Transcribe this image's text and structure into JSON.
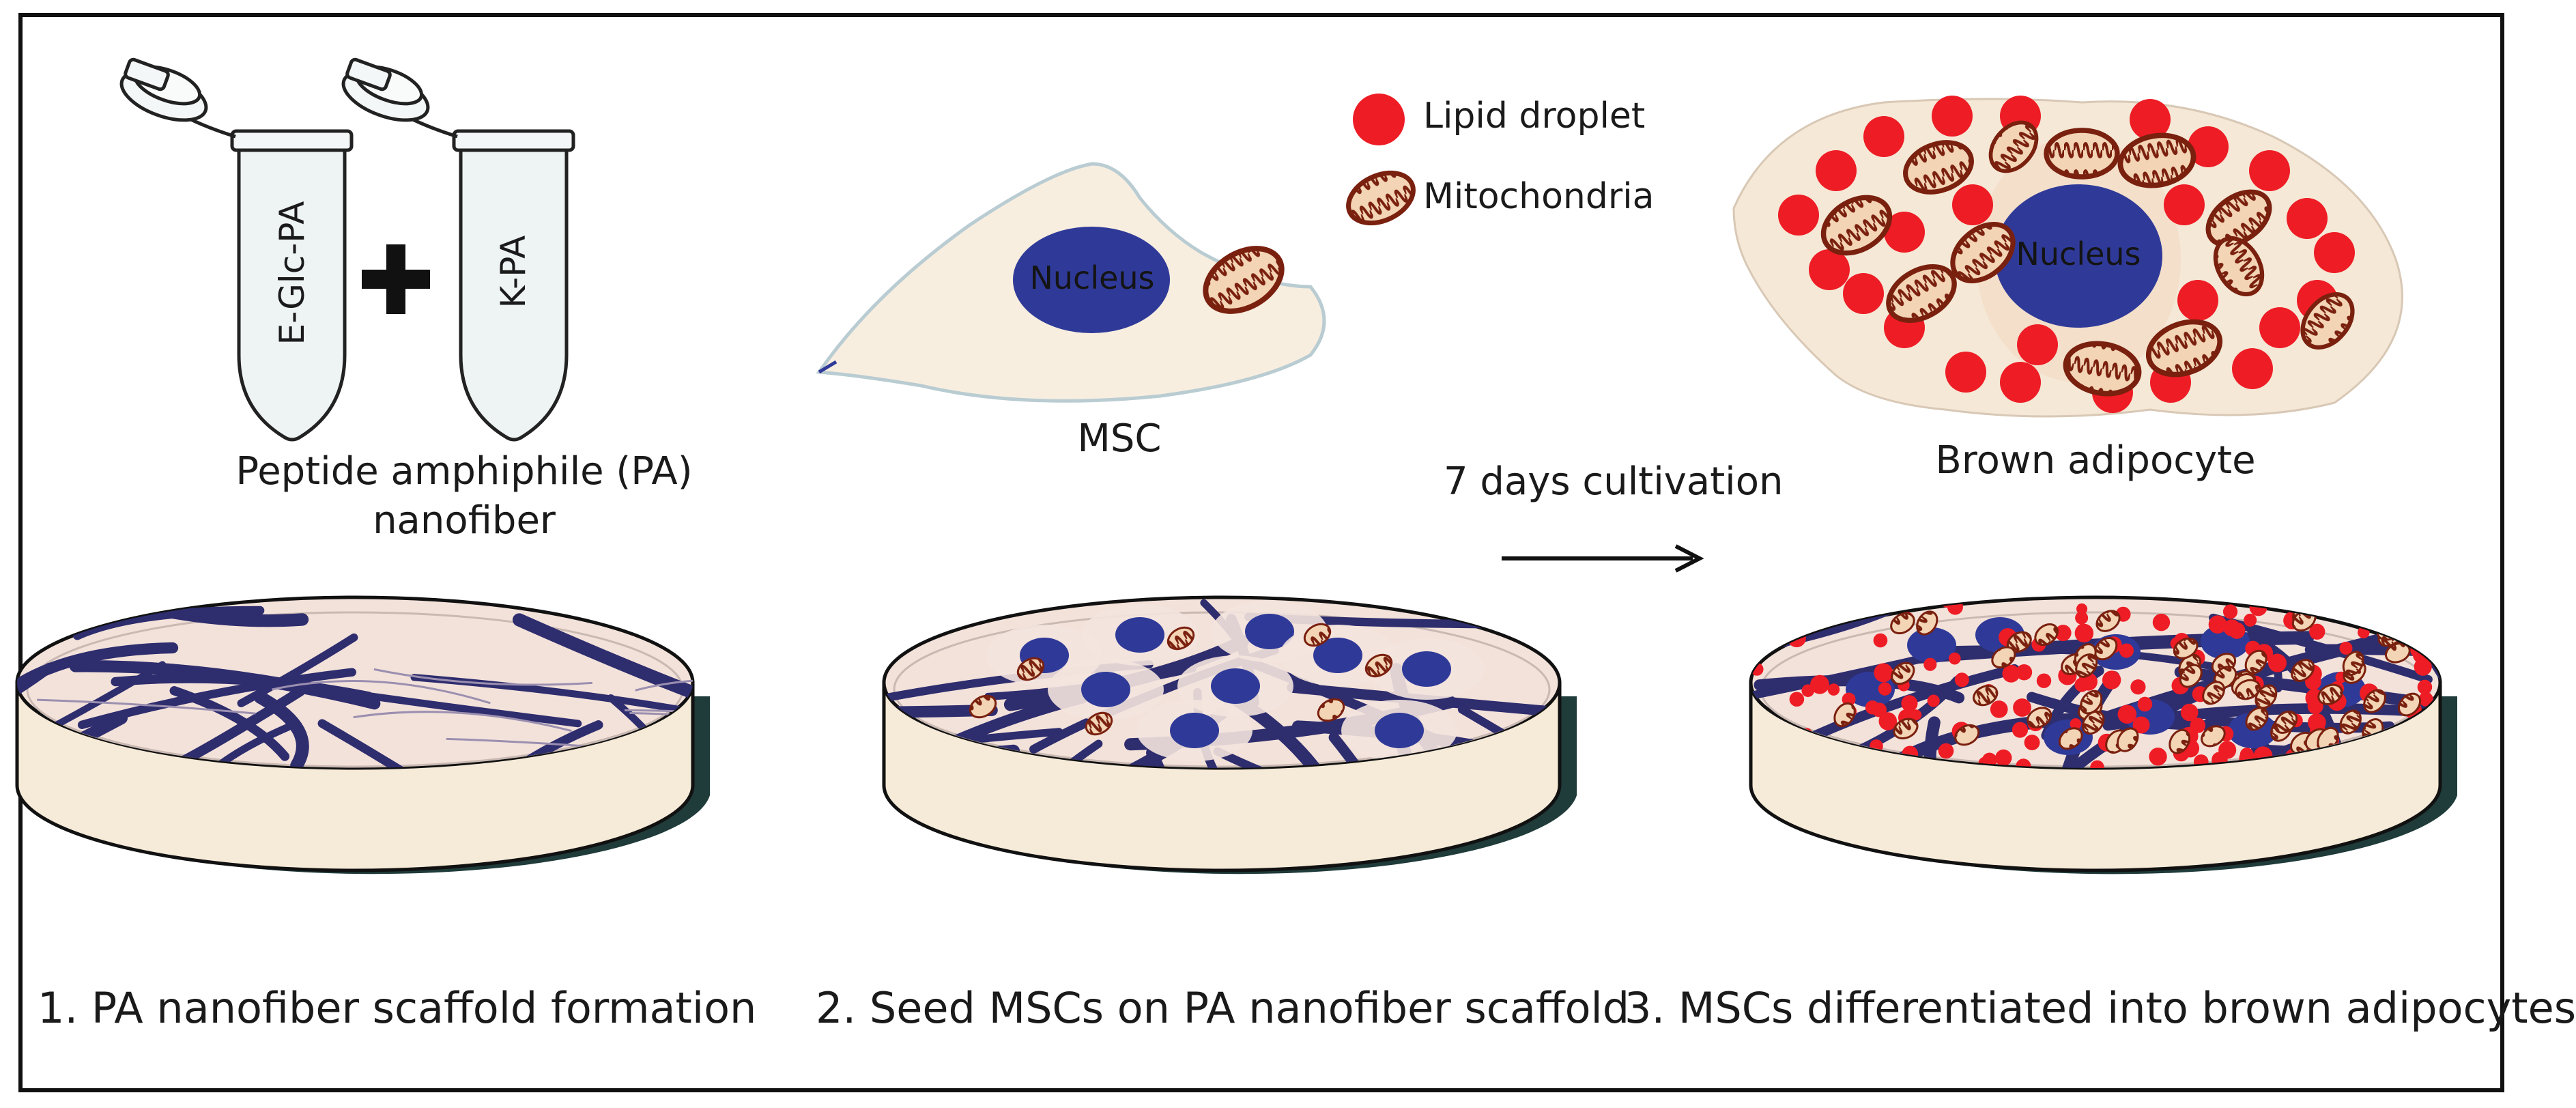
{
  "tubes": {
    "left_label": "E-Glc-PA",
    "right_label": "K-PA",
    "plus": "+"
  },
  "pa_title": {
    "line1": "Peptide amphiphile (PA)",
    "line2": "nanofiber"
  },
  "msc": {
    "label": "MSC",
    "nucleus": "Nucleus"
  },
  "legend": {
    "lipid_droplet": "Lipid droplet",
    "mitochondria": "Mitochondria"
  },
  "adipocyte": {
    "label": "Brown adipocyte",
    "nucleus": "Nucleus"
  },
  "arrow": {
    "label": "7 days cultivation"
  },
  "steps": [
    {
      "label": "1. PA nanofiber scaffold formation"
    },
    {
      "label": "2. Seed MSCs on PA nanofiber scaffold"
    },
    {
      "label": "3. MSCs differentiated into brown adipocytes"
    }
  ],
  "colors": {
    "nanofiber": "#2e2d6e",
    "nucleus": "#2f3a98",
    "lipid": "#ee1c25",
    "mitochondria": "#7a200f",
    "cell": "#f8eee0",
    "dish_side": "#f6ead8",
    "dish_floor": "#f3e2da",
    "dish_shadow": "#1f3b3a"
  }
}
